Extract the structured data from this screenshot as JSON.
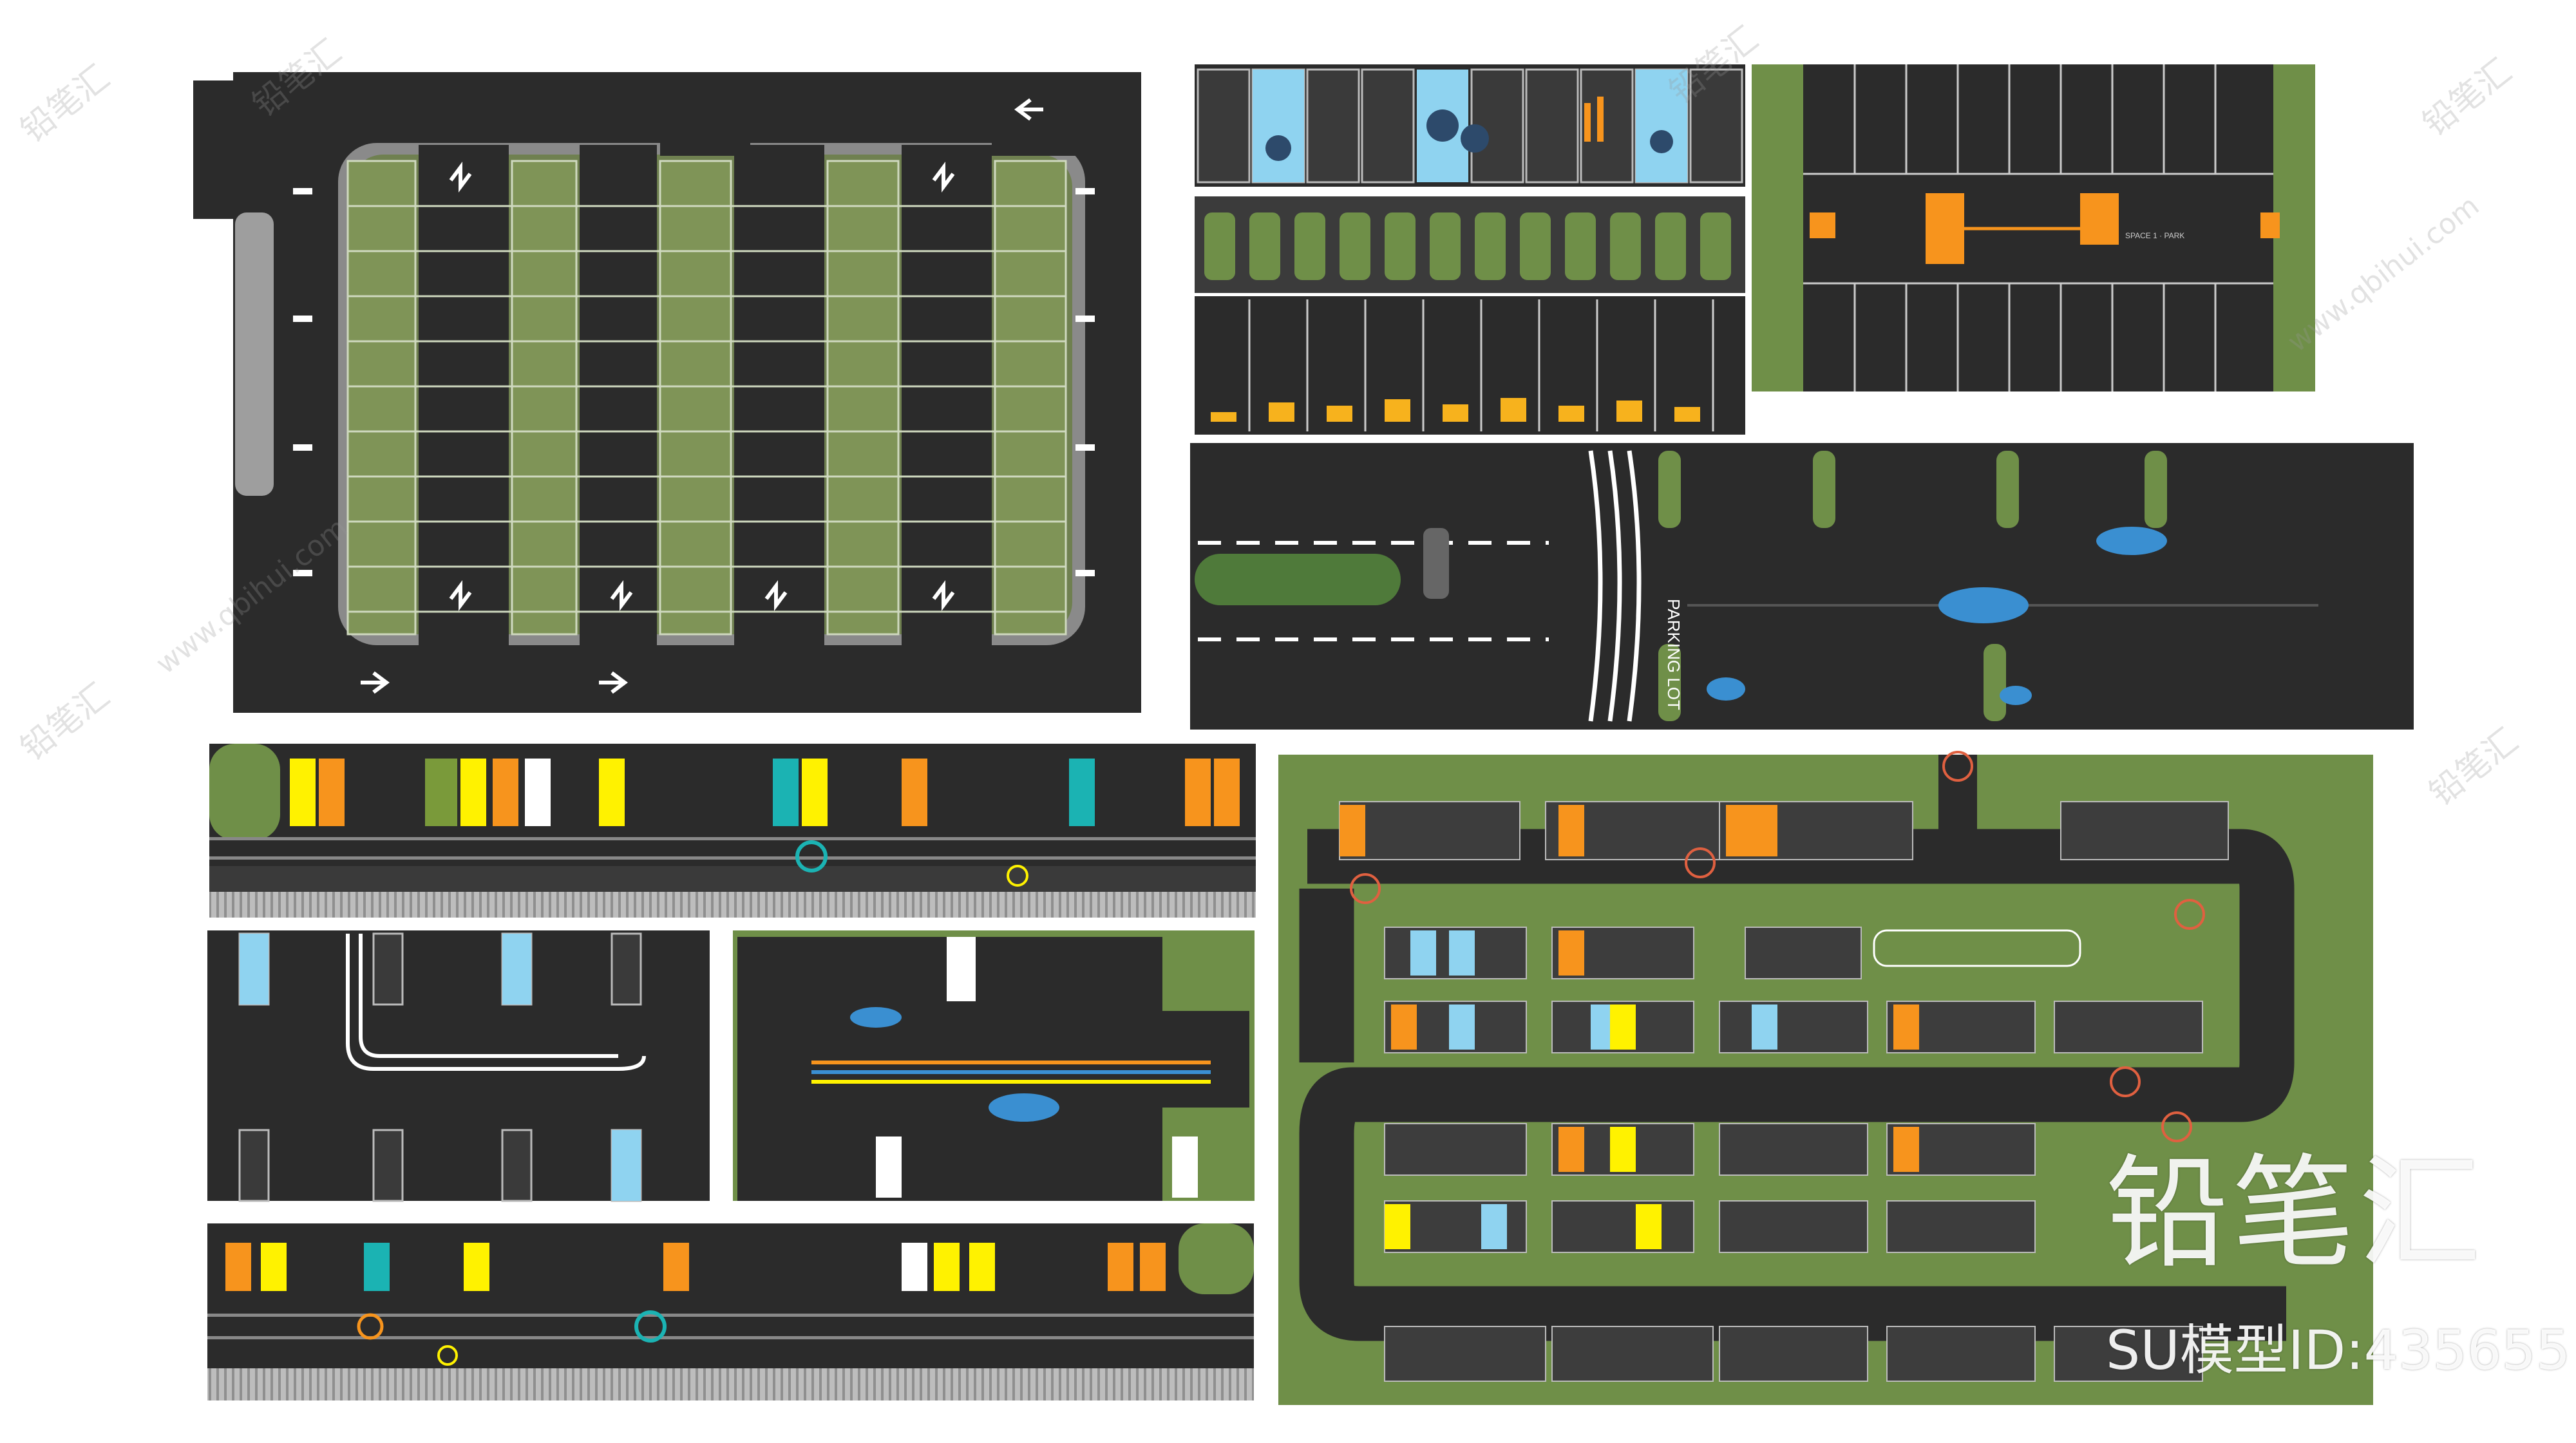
{
  "sign_parking_lot": "PARKING LOT",
  "sign_space": "SPACE 1 · PARK",
  "watermark": {
    "brand": "铅笔汇",
    "model_id": "SU模型ID:435655",
    "site": "www.qbihui.com"
  },
  "colors": {
    "asphalt": "#2b2b2b",
    "lane_marking": "#ffffff",
    "grass": "#6f8f48",
    "stall_green": "#7f9457",
    "orange": "#f7941d",
    "yellow": "#fff200",
    "teal": "#1bb3b3",
    "sky_blue": "#8fd3f0",
    "whale_blue": "#3a8fd1"
  }
}
